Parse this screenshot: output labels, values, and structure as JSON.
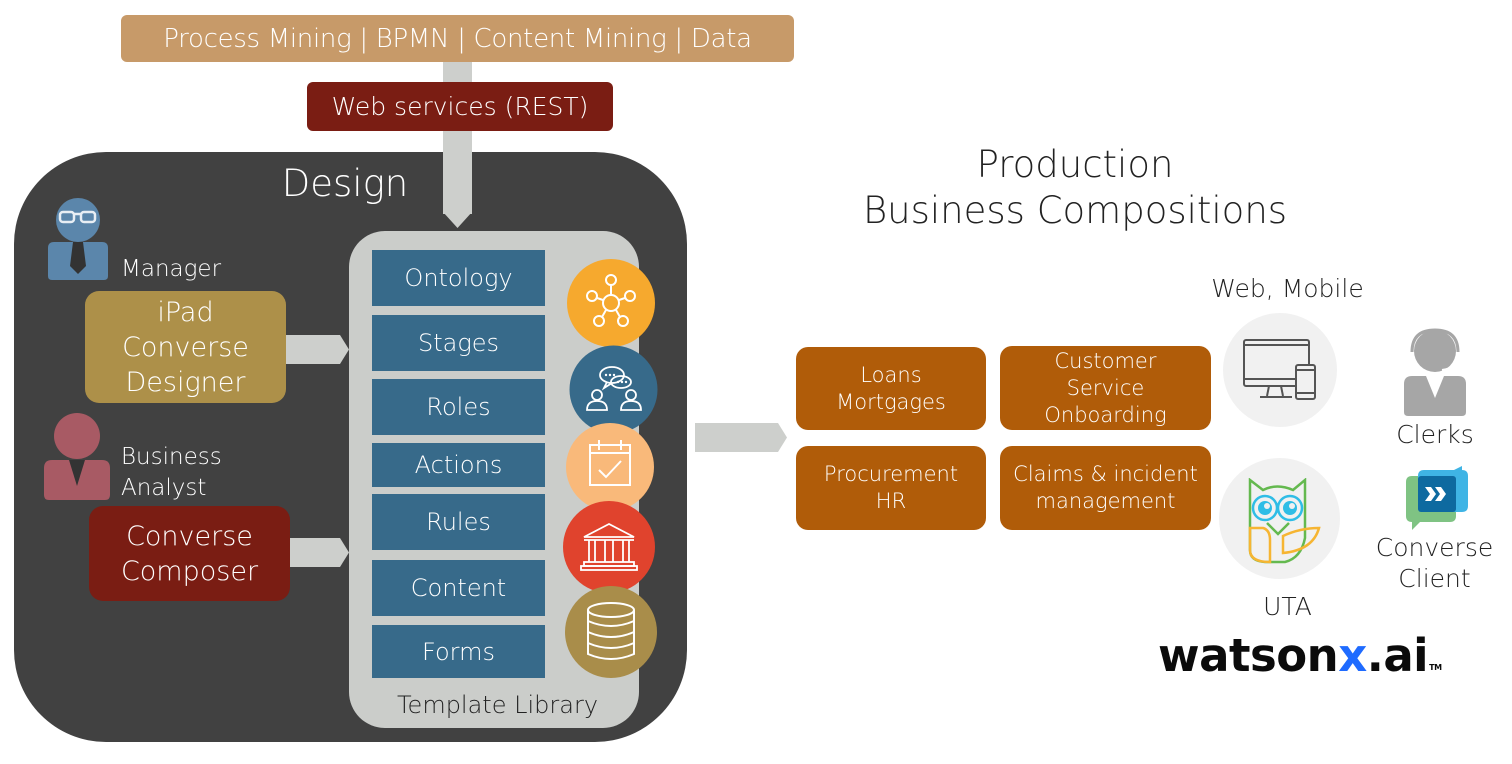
{
  "top": {
    "sources_label": "Process Mining | BPMN | Content Mining | Data",
    "rest_label": "Web services (REST)"
  },
  "design": {
    "title": "Design",
    "personas": [
      {
        "label": "Manager",
        "icon": "manager-person-icon",
        "color": "#5b86ab"
      },
      {
        "label_line1": "Business",
        "label_line2": "Analyst",
        "icon": "analyst-person-icon",
        "color": "#a85a64"
      }
    ],
    "tools": [
      {
        "lines": [
          "iPad",
          "Converse",
          "Designer"
        ],
        "color": "#ad9049"
      },
      {
        "lines": [
          "Converse",
          "Composer"
        ],
        "color": "#7a1d13"
      }
    ],
    "library": {
      "label": "Template Library",
      "items": [
        "Ontology",
        "Stages",
        "Roles",
        "Actions",
        "Rules",
        "Content",
        "Forms"
      ],
      "icons": [
        {
          "name": "network-icon",
          "color": "#f6a92e"
        },
        {
          "name": "conversation-icon",
          "color": "#376a8a"
        },
        {
          "name": "calendar-check-icon",
          "color": "#f9b97a"
        },
        {
          "name": "bank-building-icon",
          "color": "#e0432d"
        },
        {
          "name": "database-icon",
          "color": "#a98d4a"
        }
      ]
    }
  },
  "production": {
    "title_line1": "Production",
    "title_line2": "Business Compositions",
    "compositions": [
      {
        "lines": [
          "Loans",
          "Mortgages"
        ]
      },
      {
        "lines": [
          "Customer",
          "Service",
          "Onboarding"
        ]
      },
      {
        "lines": [
          "Procurement",
          "HR"
        ]
      },
      {
        "lines": [
          "Claims & incident",
          "management"
        ]
      }
    ],
    "channels": {
      "web_mobile_label": "Web, Mobile",
      "uta_label": "UTA",
      "clerks_label": "Clerks",
      "client_label_line1": "Converse",
      "client_label_line2": "Client"
    },
    "brand": {
      "prefix": "watson",
      "x": "x",
      "suffix": ".ai",
      "tm": "TM",
      "x_color": "#1f6bff"
    }
  }
}
